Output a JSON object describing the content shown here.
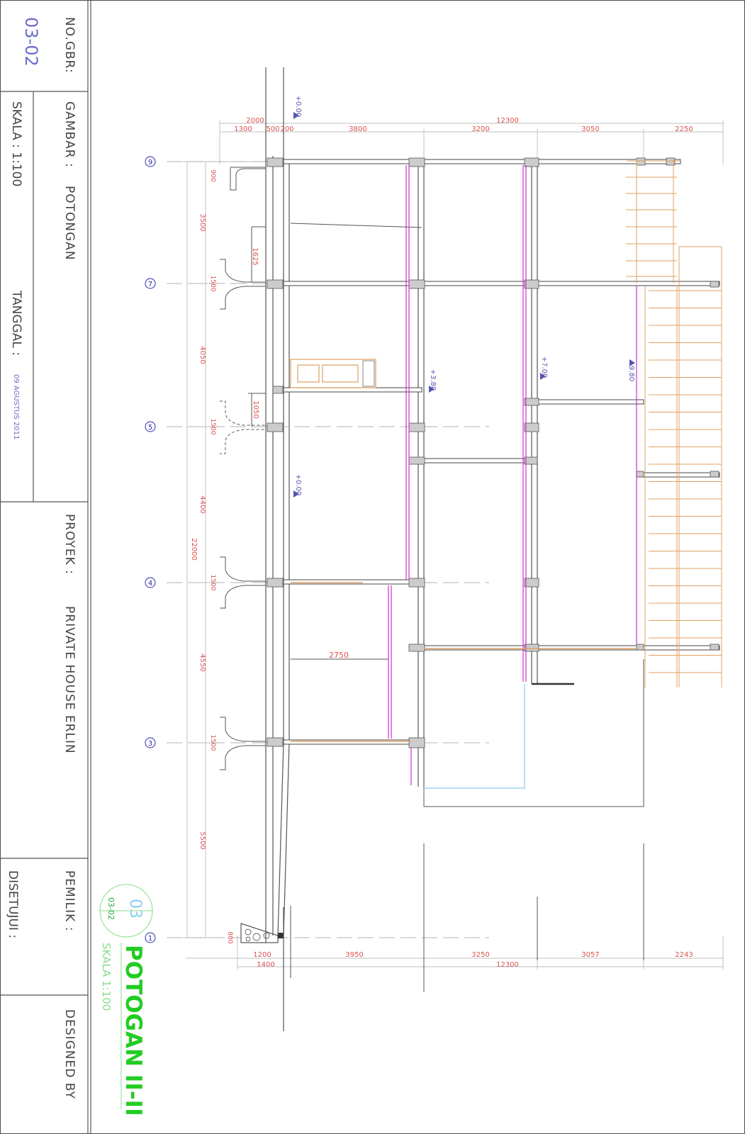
{
  "title_block": {
    "no_gbr_label": "NO.GBR:",
    "no_gbr_value": "03-02",
    "gambar_label": "GAMBAR :",
    "gambar_value": "POTONGAN",
    "skala_label": "SKALA : 1:100",
    "tanggal_label": "TANGGAL :",
    "tanggal_value": "09 AGUSTUS 2011",
    "proyek_label": "PROYEK :",
    "proyek_value": "PRIVATE HOUSE ERLIN",
    "pemilik_label": "PEMILIK :",
    "disetujui_label": "DISETUJUI :",
    "designed_label": "DESIGNED BY"
  },
  "drawing_title": {
    "title": "POTOGAN II-II",
    "scale": "SKALA 1:100",
    "bubble_number": "03",
    "bubble_sheet": "03-02"
  },
  "grid_labels": [
    "9",
    "7",
    "5",
    "4",
    "3",
    "1"
  ],
  "dim_top": {
    "overall_left": "2000",
    "overall_right": "12300",
    "segments": [
      "1300",
      "500",
      "200",
      "3800",
      "3200",
      "3050",
      "2250"
    ]
  },
  "dim_bottom": {
    "segments": [
      "1200",
      "3950",
      "3250",
      "3057",
      "2243"
    ],
    "overall_left": "1400",
    "overall_right": "12300"
  },
  "dim_left": {
    "overall": "22000",
    "segments": [
      "3500",
      "4050",
      "4400",
      "4550",
      "5500"
    ]
  },
  "dim_misc": {
    "footing_heights": [
      "900",
      "1500",
      "1500",
      "1500",
      "1500",
      "800"
    ],
    "d1625": "1625",
    "d1050": "1050",
    "d2750": "2750"
  },
  "levels": {
    "top": "+0.00",
    "mid": "+0.00",
    "l380": "+3.80",
    "l700": "+7.00",
    "l980": "+9.80"
  },
  "colors": {
    "dimension": "#d9534f",
    "grid_bubble": "#2a2aa8",
    "level": "#5656b0",
    "title_green": "#22cc22",
    "scale_green": "#88dd88",
    "magenta": "#cc33cc",
    "timber": "#e0a060",
    "cyan": "#88ccee",
    "frame": "#555555"
  }
}
